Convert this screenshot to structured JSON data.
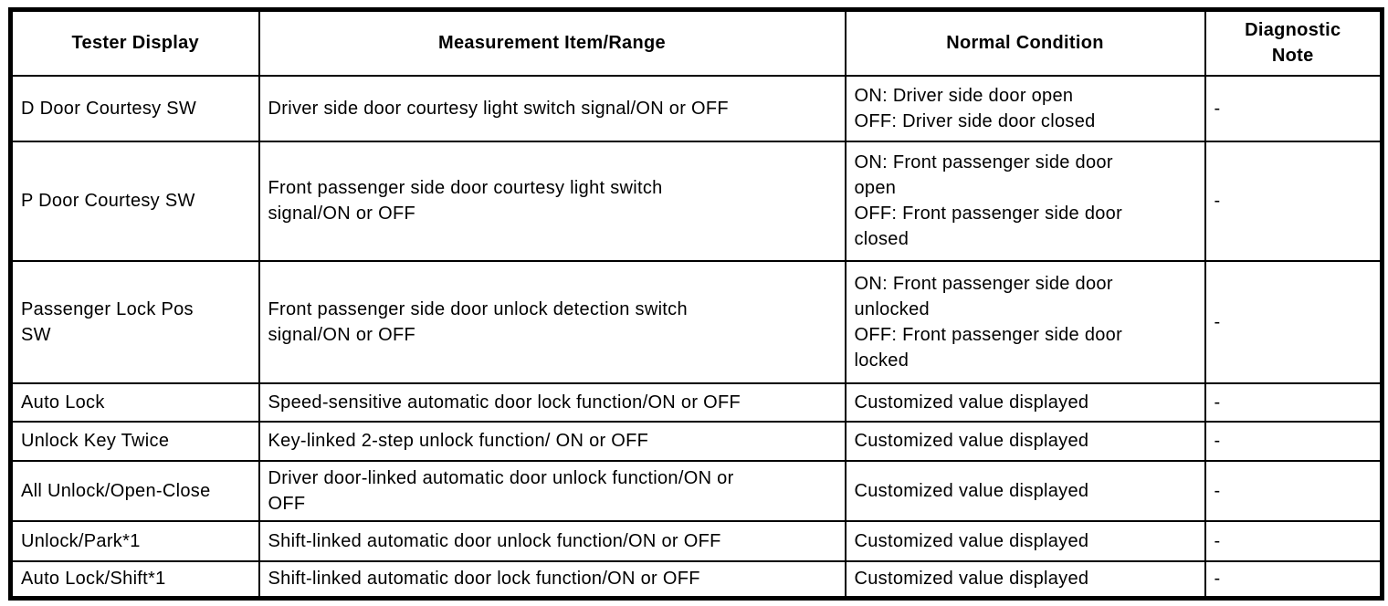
{
  "table": {
    "columns": [
      "Tester Display",
      "Measurement Item/Range",
      "Normal Condition",
      "Diagnostic\nNote"
    ],
    "rows": [
      {
        "tester_display": "D Door Courtesy SW",
        "measurement": "Driver side door courtesy light switch signal/ON or OFF",
        "normal_condition": "ON: Driver side door open\nOFF: Driver side door closed",
        "diagnostic_note": "-"
      },
      {
        "tester_display": "P Door Courtesy SW",
        "measurement": "Front passenger side door courtesy light switch\nsignal/ON or OFF",
        "normal_condition": "ON: Front passenger side door\nopen\nOFF: Front passenger side door\nclosed",
        "diagnostic_note": "-"
      },
      {
        "tester_display": "Passenger Lock Pos\nSW",
        "measurement": "Front passenger side door unlock detection switch\nsignal/ON or OFF",
        "normal_condition": "ON: Front passenger side door\nunlocked\nOFF: Front passenger side door\nlocked",
        "diagnostic_note": "-"
      },
      {
        "tester_display": "Auto Lock",
        "measurement": "Speed-sensitive automatic door lock function/ON or OFF",
        "normal_condition": "Customized value displayed",
        "diagnostic_note": "-"
      },
      {
        "tester_display": "Unlock Key Twice",
        "measurement": "Key-linked 2-step unlock function/ ON or OFF",
        "normal_condition": "Customized value displayed",
        "diagnostic_note": "-"
      },
      {
        "tester_display": "All Unlock/Open-Close",
        "measurement": "Driver door-linked automatic door unlock function/ON or\nOFF",
        "normal_condition": "Customized value displayed",
        "diagnostic_note": "-"
      },
      {
        "tester_display": "Unlock/Park*1",
        "measurement": "Shift-linked automatic door unlock function/ON or OFF",
        "normal_condition": "Customized value displayed",
        "diagnostic_note": "-"
      },
      {
        "tester_display": "Auto Lock/Shift*1",
        "measurement": "Shift-linked automatic door lock function/ON or OFF",
        "normal_condition": "Customized value displayed",
        "diagnostic_note": "-"
      }
    ]
  },
  "colors": {
    "border": "#000000",
    "background": "#ffffff",
    "text": "#000000"
  }
}
